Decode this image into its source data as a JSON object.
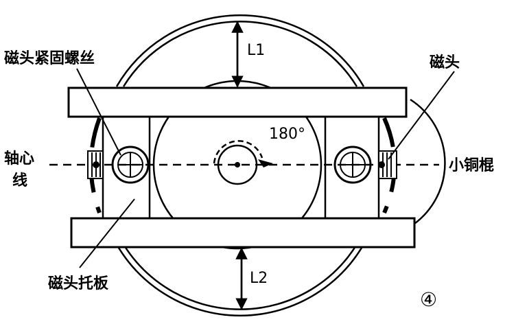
{
  "labels": {
    "magnet_clamp_screw": "磁头紧固螺丝",
    "magnet_head": "磁头",
    "axis_line_1": "轴心",
    "axis_line_2": "线",
    "small_copper_rod": "小铜棍",
    "magnet_holder": "磁头托板",
    "dim_top": "L1",
    "dim_bottom": "L2",
    "angle": "180°",
    "step_number": "④"
  },
  "colors": {
    "stroke": "#000000",
    "background": "#ffffff"
  }
}
